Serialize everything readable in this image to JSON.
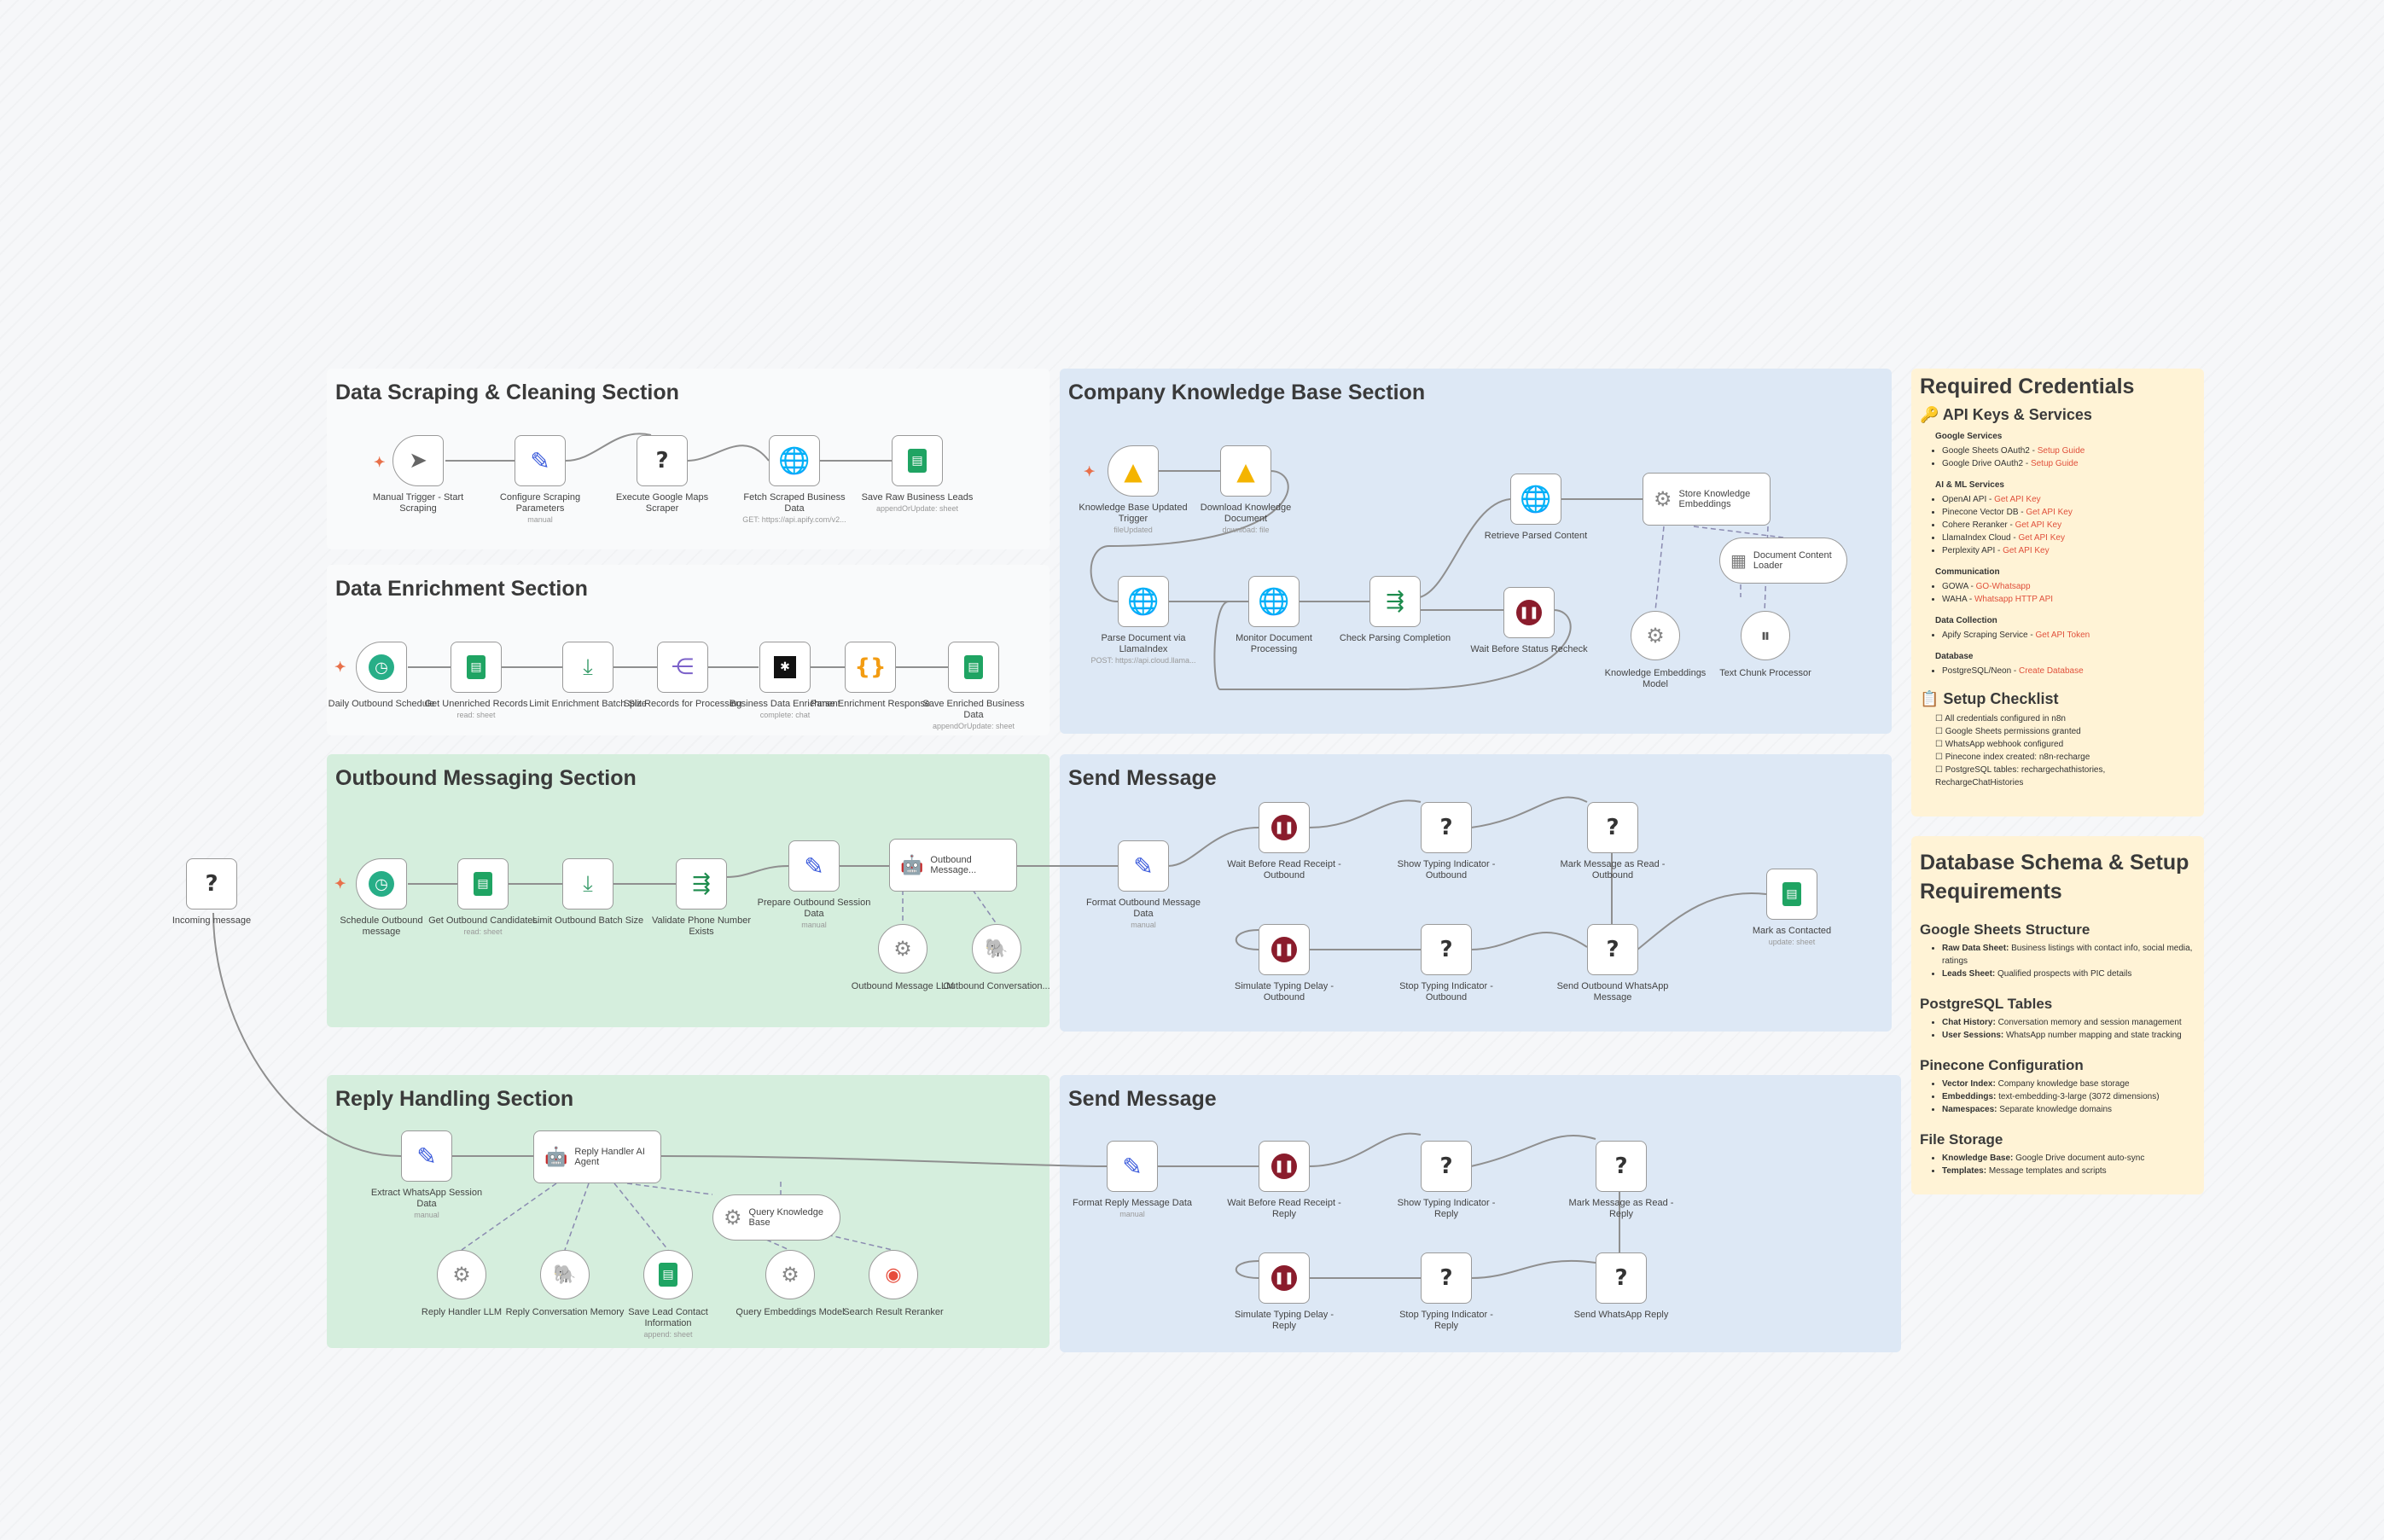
{
  "sections": {
    "scraping": "Data Scraping & Cleaning Section",
    "enrichment": "Data Enrichment Section",
    "knowledge": "Company Knowledge Base Section",
    "outbound": "Outbound Messaging Section",
    "send1": "Send Message",
    "reply": "Reply Handling Section",
    "send2": "Send Message",
    "credentials": "Required Credentials",
    "schema": "Database Schema & Setup Requirements"
  },
  "nodes": {
    "manual_trigger": {
      "label": "Manual Trigger - Start Scraping"
    },
    "configure_scraping": {
      "label": "Configure Scraping Parameters",
      "sub": "manual"
    },
    "execute_maps": {
      "label": "Execute Google Maps Scraper"
    },
    "fetch_scraped": {
      "label": "Fetch Scraped Business Data",
      "sub": "GET: https://api.apify.com/v2..."
    },
    "save_raw": {
      "label": "Save Raw Business Leads",
      "sub": "appendOrUpdate: sheet"
    },
    "daily_schedule": {
      "label": "Daily Outbound Schedule"
    },
    "get_unenriched": {
      "label": "Get Unenriched Records",
      "sub": "read: sheet"
    },
    "limit_enrichment": {
      "label": "Limit Enrichment Batch Size"
    },
    "split_records": {
      "label": "Split Records for Processing"
    },
    "business_enrichment": {
      "label": "Business Data Enrichment",
      "sub": "complete: chat"
    },
    "parse_enrichment": {
      "label": "Parse Enrichment Response"
    },
    "save_enriched": {
      "label": "Save Enriched Business Data",
      "sub": "appendOrUpdate: sheet"
    },
    "kb_trigger": {
      "label": "Knowledge Base Updated Trigger",
      "sub": "fileUpdated"
    },
    "download_kb": {
      "label": "Download Knowledge Document",
      "sub": "download: file"
    },
    "parse_llama": {
      "label": "Parse Document via LlamaIndex",
      "sub": "POST: https://api.cloud.llama..."
    },
    "monitor_doc": {
      "label": "Monitor Document Processing"
    },
    "check_parsing": {
      "label": "Check Parsing Completion"
    },
    "wait_status": {
      "label": "Wait Before Status Recheck"
    },
    "retrieve_parsed": {
      "label": "Retrieve Parsed Content"
    },
    "store_embeddings": {
      "label": "Store Knowledge Embeddings"
    },
    "doc_loader": {
      "label": "Document Content Loader"
    },
    "kb_emb_model": {
      "label": "Knowledge Embeddings Model"
    },
    "text_chunk": {
      "label": "Text Chunk Processor"
    },
    "incoming": {
      "label": "Incoming message"
    },
    "schedule_outbound": {
      "label": "Schedule Outbound message"
    },
    "get_candidates": {
      "label": "Get Outbound Candidates",
      "sub": "read: sheet"
    },
    "limit_outbound": {
      "label": "Limit Outbound Batch Size"
    },
    "validate_phone": {
      "label": "Validate Phone Number Exists"
    },
    "prepare_session": {
      "label": "Prepare Outbound Session Data",
      "sub": "manual"
    },
    "outbound_agent": {
      "label": "Outbound Message..."
    },
    "outbound_llm": {
      "label": "Outbound Message LLM"
    },
    "outbound_conv": {
      "label": "Outbound Conversation..."
    },
    "format_outbound": {
      "label": "Format Outbound Message Data",
      "sub": "manual"
    },
    "wait_read_out": {
      "label": "Wait Before Read Receipt - Outbound"
    },
    "typing_out": {
      "label": "Show Typing Indicator - Outbound"
    },
    "mark_read_out": {
      "label": "Mark Message as Read - Outbound"
    },
    "sim_delay_out": {
      "label": "Simulate Typing Delay - Outbound"
    },
    "stop_typing_out": {
      "label": "Stop Typing Indicator - Outbound"
    },
    "send_outbound": {
      "label": "Send Outbound WhatsApp Message"
    },
    "mark_contacted": {
      "label": "Mark as Contacted",
      "sub": "update: sheet"
    },
    "extract_session": {
      "label": "Extract WhatsApp Session Data",
      "sub": "manual"
    },
    "reply_agent": {
      "label": "Reply Handler AI Agent"
    },
    "query_kb": {
      "label": "Query Knowledge Base"
    },
    "reply_llm": {
      "label": "Reply Handler LLM"
    },
    "reply_memory": {
      "label": "Reply Conversation Memory"
    },
    "save_lead": {
      "label": "Save Lead Contact Information",
      "sub": "append: sheet"
    },
    "query_emb": {
      "label": "Query Embeddings Model"
    },
    "reranker": {
      "label": "Search Result Reranker"
    },
    "format_reply": {
      "label": "Format Reply Message Data",
      "sub": "manual"
    },
    "wait_read_reply": {
      "label": "Wait Before Read Receipt - Reply"
    },
    "typing_reply": {
      "label": "Show Typing Indicator - Reply"
    },
    "mark_read_reply": {
      "label": "Mark Message as Read - Reply"
    },
    "sim_delay_reply": {
      "label": "Simulate Typing Delay - Reply"
    },
    "stop_typing_reply": {
      "label": "Stop Typing Indicator - Reply"
    },
    "send_reply": {
      "label": "Send WhatsApp Reply"
    }
  },
  "credentials": {
    "api_heading": "🔑 API Keys & Services",
    "groups": [
      {
        "name": "Google Services",
        "items": [
          {
            "text": "Google Sheets OAuth2 - ",
            "link": "Setup Guide"
          },
          {
            "text": "Google Drive OAuth2 - ",
            "link": "Setup Guide"
          }
        ]
      },
      {
        "name": "AI & ML Services",
        "items": [
          {
            "text": "OpenAI API - ",
            "link": "Get API Key"
          },
          {
            "text": "Pinecone Vector DB - ",
            "link": "Get API Key"
          },
          {
            "text": "Cohere Reranker - ",
            "link": "Get API Key"
          },
          {
            "text": "LlamaIndex Cloud - ",
            "link": "Get API Key"
          },
          {
            "text": "Perplexity API - ",
            "link": "Get API Key"
          }
        ]
      },
      {
        "name": "Communication",
        "items": [
          {
            "text": "GOWA - ",
            "link": "GO-Whatsapp"
          },
          {
            "text": "WAHA - ",
            "link": "Whatsapp HTTP API"
          }
        ]
      },
      {
        "name": "Data Collection",
        "items": [
          {
            "text": "Apify Scraping Service - ",
            "link": "Get API Token"
          }
        ]
      },
      {
        "name": "Database",
        "items": [
          {
            "text": "PostgreSQL/Neon - ",
            "link": "Create Database"
          }
        ]
      }
    ],
    "checklist_heading": "📋 Setup Checklist",
    "checklist": [
      "All credentials configured in n8n",
      "Google Sheets permissions granted",
      "WhatsApp webhook configured",
      "Pinecone index created: n8n-recharge",
      "PostgreSQL tables: rechargechathistories, RechargeChatHistories"
    ]
  },
  "schema": {
    "sheets_heading": "Google Sheets Structure",
    "sheets": [
      {
        "key": "Raw Data Sheet:",
        "text": " Business listings with contact info, social media, ratings"
      },
      {
        "key": "Leads Sheet:",
        "text": " Qualified prospects with PIC details"
      }
    ],
    "pg_heading": "PostgreSQL Tables",
    "pg": [
      {
        "key": "Chat History:",
        "text": " Conversation memory and session management"
      },
      {
        "key": "User Sessions:",
        "text": " WhatsApp number mapping and state tracking"
      }
    ],
    "pinecone_heading": "Pinecone Configuration",
    "pinecone": [
      {
        "key": "Vector Index:",
        "text": " Company knowledge base storage"
      },
      {
        "key": "Embeddings:",
        "text": " text-embedding-3-large (3072 dimensions)"
      },
      {
        "key": "Namespaces:",
        "text": " Separate knowledge domains"
      }
    ],
    "storage_heading": "File Storage",
    "storage": [
      {
        "key": "Knowledge Base:",
        "text": " Google Drive document auto-sync"
      },
      {
        "key": "Templates:",
        "text": " Message templates and scripts"
      }
    ]
  }
}
